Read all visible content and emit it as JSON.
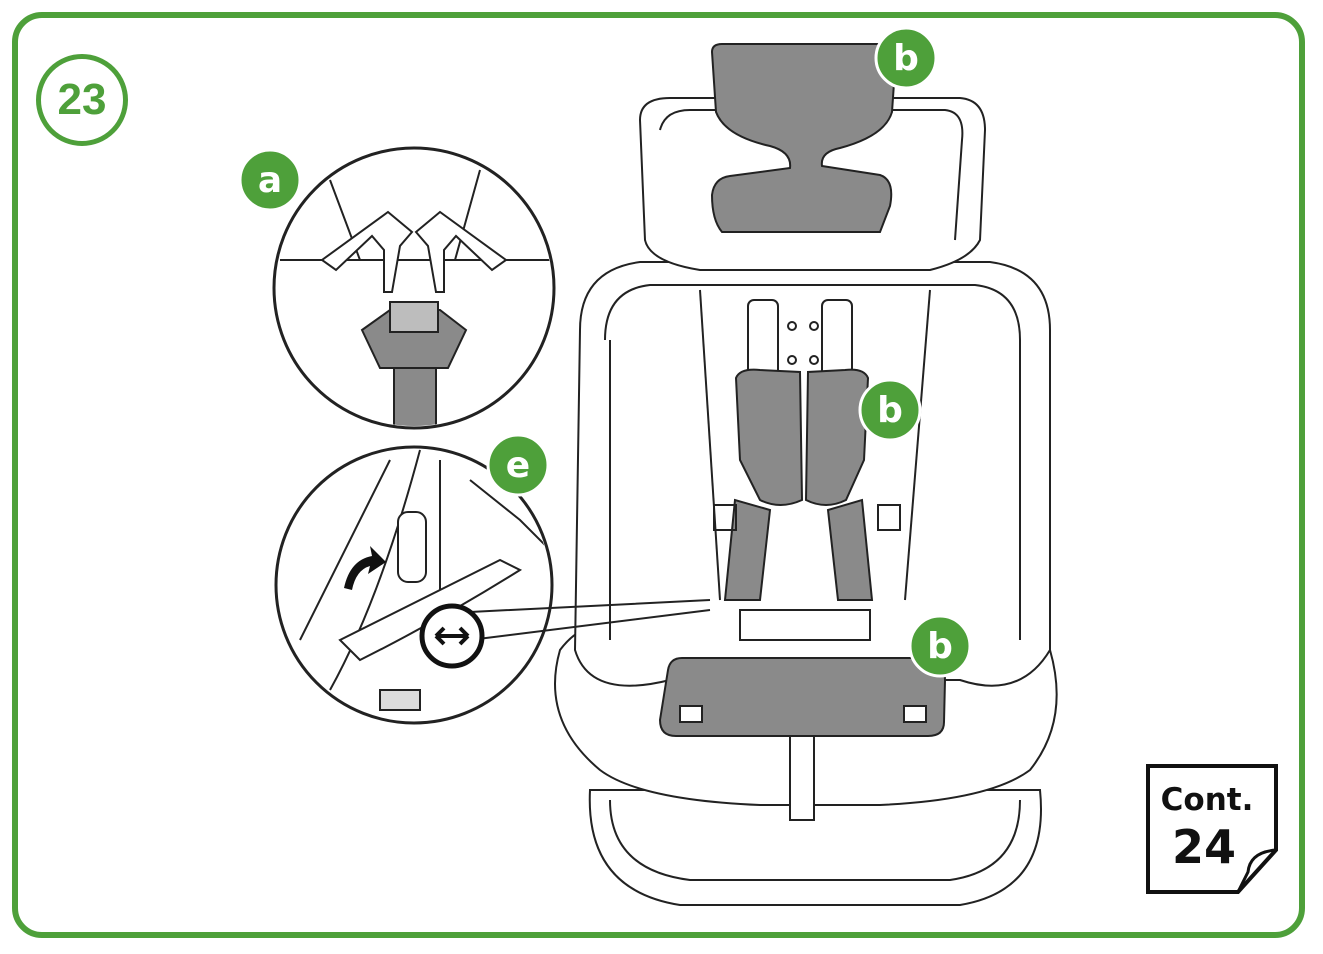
{
  "step": {
    "number": "23"
  },
  "labels": {
    "a": "a",
    "b_head": "b",
    "b_torso": "b",
    "b_seat": "b",
    "e": "e"
  },
  "continue": {
    "text": "Cont.",
    "next_step": "24"
  },
  "icons": {
    "rotate": "rotate-adjust-icon",
    "arrow": "curved-arrow-icon"
  },
  "colors": {
    "accent": "#4ea03a",
    "pad_fill": "#8a8a8a",
    "line": "#222222"
  }
}
